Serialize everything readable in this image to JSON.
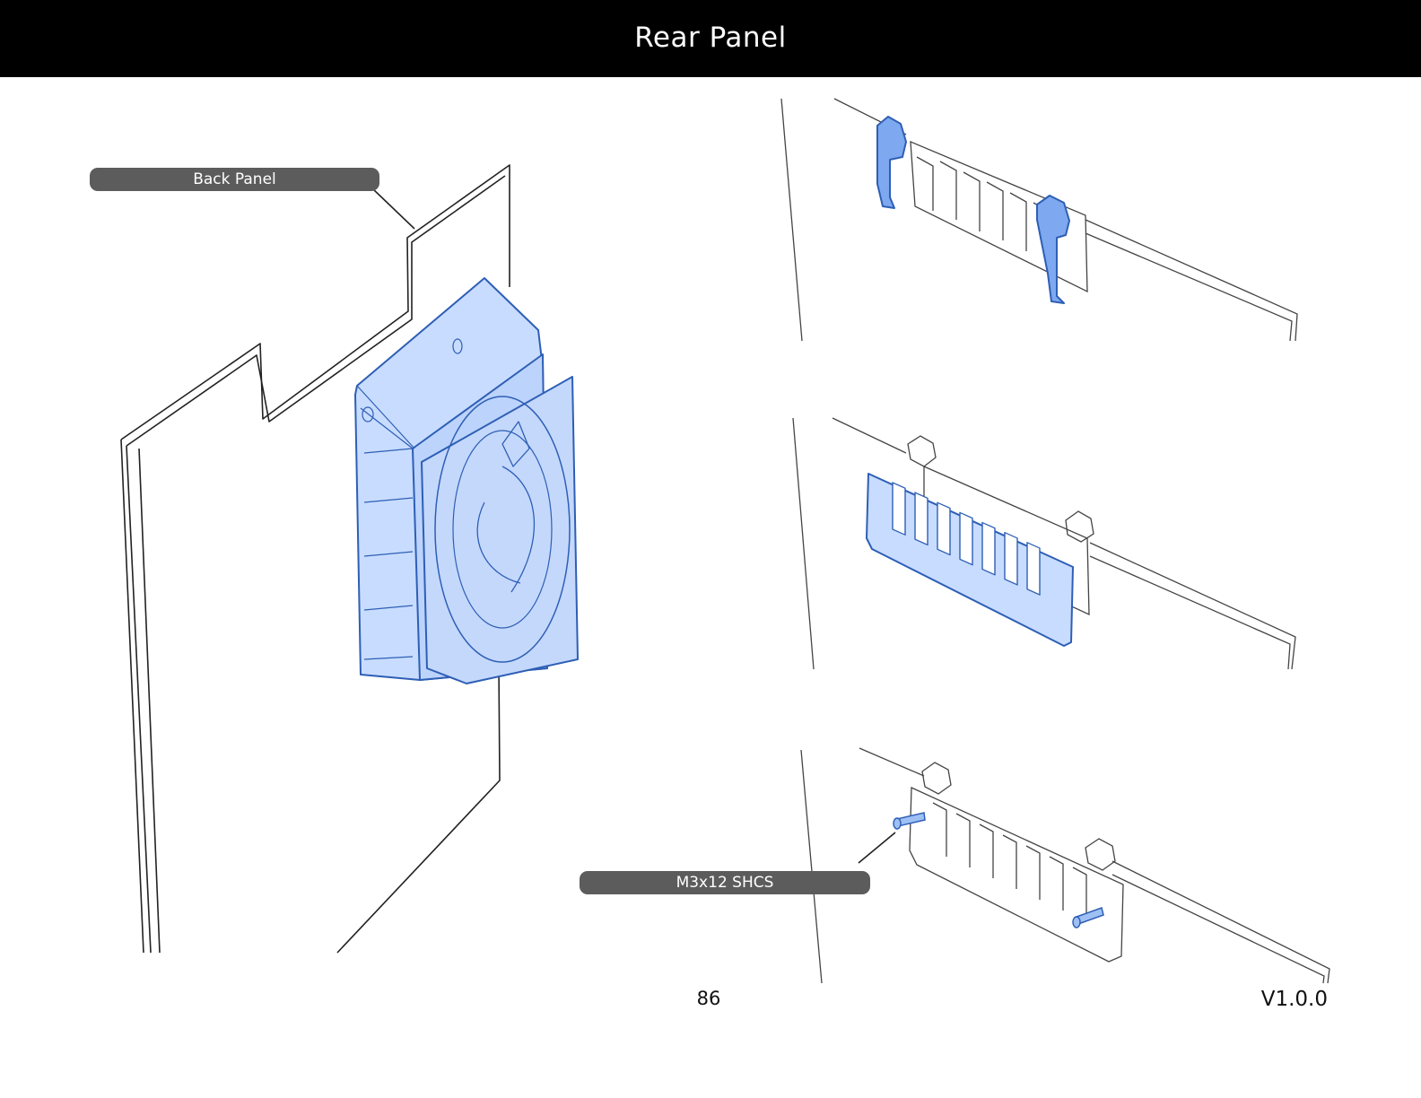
{
  "header": {
    "title": "Rear Panel"
  },
  "callouts": {
    "back_panel": "Back Panel",
    "screws": "M3x12 SHCS"
  },
  "footer": {
    "page_number": "86",
    "version": "V1.0.0"
  },
  "colors": {
    "header_background": "#000000",
    "highlight_fill": "#c8dcff",
    "highlight_stroke": "#2e5fb5",
    "callout_background": "#5c5c5c"
  }
}
